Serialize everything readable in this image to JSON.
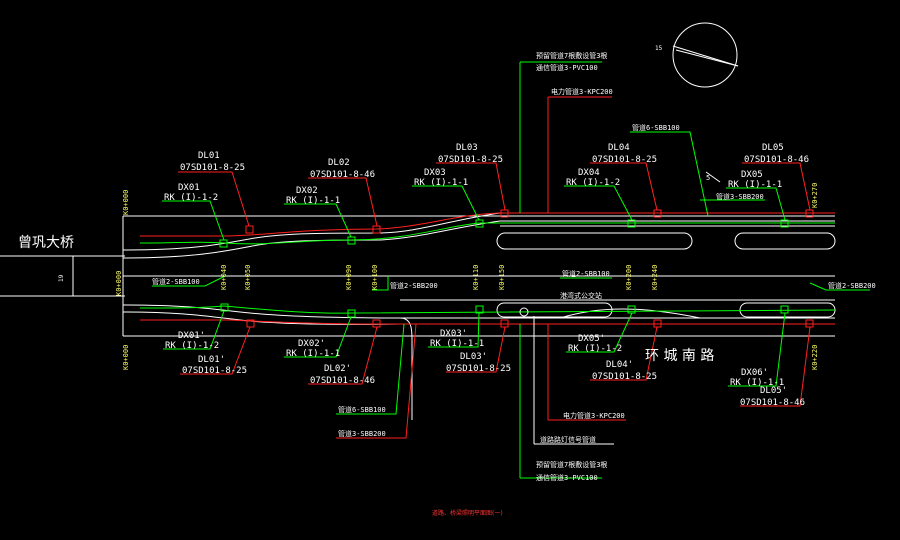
{
  "drawing": {
    "bridge_name": "曾巩大桥",
    "road_name": "环 城 南 路",
    "title": "道路、桥梁照明平面图(一)",
    "lane_width": "19",
    "arrow_label": "5",
    "small_arrow_label": "15",
    "colors": {
      "background": "#000000",
      "road_line": "#ffffff",
      "leader_green": "#00ff00",
      "leader_red": "#ff2020",
      "station_yellow": "#ffff66",
      "lamp_green": "#00ff00",
      "lamp_red": "#ff2020"
    }
  },
  "stations": {
    "top": [
      "K0+000",
      "K0+270"
    ],
    "middle": [
      "K0+000",
      "K0+040",
      "K0+050",
      "K0+090",
      "K0+100",
      "K0+110",
      "K0+150",
      "K0+200",
      "K0+240"
    ],
    "bottom": [
      "K0+000",
      "K0+220"
    ]
  },
  "labels": {
    "dl01_name": "DL01",
    "dl01_spec": "07SD101-8-25",
    "dx01_name": "DX01",
    "dx01_spec": "RK (I)-1-2",
    "dl02_name": "DL02",
    "dl02_spec": "07SD101-8-46",
    "dx02_name": "DX02",
    "dx02_spec": "RK (I)-1-1",
    "dl03_name": "DL03",
    "dl03_spec": "07SD101-8-25",
    "dx03_name": "DX03",
    "dx03_spec": "RK (I)-1-1",
    "dl04_name": "DL04",
    "dl04_spec": "07SD101-8-25",
    "dx04_name": "DX04",
    "dx04_spec": "RK (I)-1-2",
    "dl05_name": "DL05",
    "dl05_spec": "07SD101-8-46",
    "dx05_name": "DX05",
    "dx05_spec": "RK (I)-1-1",
    "dx01p_name": "DX01'",
    "dx01p_spec": "RK (I)-1-2",
    "dl01p_name": "DL01'",
    "dl01p_spec": "07SD101-8-25",
    "dx02p_name": "DX02'",
    "dx02p_spec": "RK (I)-1-1",
    "dl02p_name": "DL02'",
    "dl02p_spec": "07SD101-8-46",
    "dx03p_name": "DX03'",
    "dx03p_spec": "RK (I)-1-1",
    "dl03p_name": "DL03'",
    "dl03p_spec": "07SD101-8-25",
    "dx05p_name": "DX05'",
    "dx05p_spec": "RK (I)-1-2",
    "dl04p_name": "DL04'",
    "dl04p_spec": "07SD101-8-25",
    "dx06p_name": "DX06'",
    "dx06p_spec": "RK (I)-1-1",
    "dl05p_name": "DL05'",
    "dl05p_spec": "07SD101-8-46",
    "pipe_top_a": "预留管道7根敷设管3根",
    "pipe_top_b": "通信管道3-PVC100",
    "power_top": "电力管道3-KPC200",
    "sbb100_top": "管道6-SBB100",
    "sbb200_top": "管道3-SBB200",
    "sbb100_left": "管道2-SBB100",
    "sbb200_mid": "管道2-SBB200",
    "sbb100_mid": "管道2-SBB100",
    "sbb200_right": "管道2-SBB200",
    "bus_stop": "港湾式公交站",
    "sbb100_bottom": "管道6-SBB100",
    "sbb200_bottom": "管道3-SBB200",
    "power_bottom": "电力管道3-KPC200",
    "signal_bottom": "道路路灯信号管道",
    "pipe_bot_a": "预留管道7根敷设管3根",
    "pipe_bot_b": "通信管道3-PVC100"
  }
}
